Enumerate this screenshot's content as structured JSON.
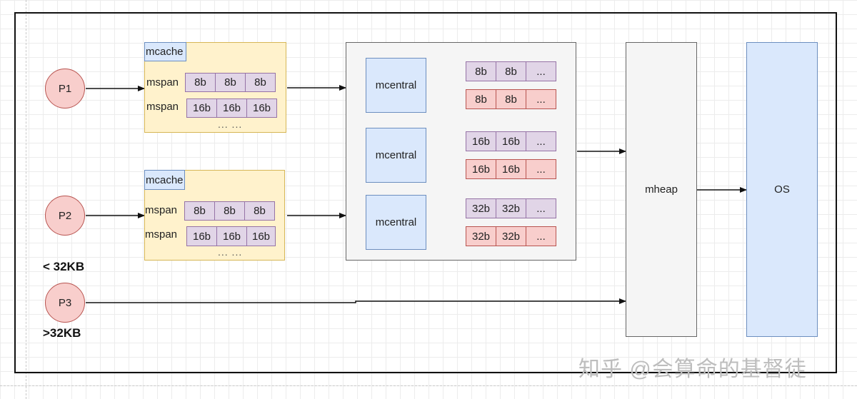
{
  "processors": [
    {
      "label": "P1"
    },
    {
      "label": "P2"
    },
    {
      "label": "P3"
    }
  ],
  "size_labels": {
    "small": "< 32KB",
    "large": ">32KB"
  },
  "mcaches": [
    {
      "label": "mcache",
      "spans": [
        {
          "label": "mspan",
          "cells": [
            "8b",
            "8b",
            "8b"
          ]
        },
        {
          "label": "mspan",
          "cells": [
            "16b",
            "16b",
            "16b"
          ]
        }
      ],
      "ellipsis": "...   ..."
    },
    {
      "label": "mcache",
      "spans": [
        {
          "label": "mspan",
          "cells": [
            "8b",
            "8b",
            "8b"
          ]
        },
        {
          "label": "mspan",
          "cells": [
            "16b",
            "16b",
            "16b"
          ]
        }
      ],
      "ellipsis": "...   ..."
    }
  ],
  "mcentrals": [
    {
      "label": "mcentral",
      "lists": [
        {
          "color": "#e1d5e7",
          "cells": [
            "8b",
            "8b",
            "..."
          ]
        },
        {
          "color": "#f8cecc",
          "cells": [
            "8b",
            "8b",
            "..."
          ]
        }
      ]
    },
    {
      "label": "mcentral",
      "lists": [
        {
          "color": "#e1d5e7",
          "cells": [
            "16b",
            "16b",
            "..."
          ]
        },
        {
          "color": "#f8cecc",
          "cells": [
            "16b",
            "16b",
            "..."
          ]
        }
      ]
    },
    {
      "label": "mcentral",
      "lists": [
        {
          "color": "#e1d5e7",
          "cells": [
            "32b",
            "32b",
            "..."
          ]
        },
        {
          "color": "#f8cecc",
          "cells": [
            "32b",
            "32b",
            "..."
          ]
        }
      ]
    }
  ],
  "mheap": {
    "label": "mheap"
  },
  "os": {
    "label": "OS"
  },
  "watermark": "知乎 @会算命的基督徒",
  "colors": {
    "processor_fill": "#f8cecc",
    "mcache_fill": "#fff2cc",
    "span_cell_fill": "#e1d5e7",
    "empty_cell_fill": "#f8cecc",
    "mcentral_fill": "#dae8fc",
    "mheap_fill": "#f5f5f5",
    "os_fill": "#dae8fc"
  }
}
